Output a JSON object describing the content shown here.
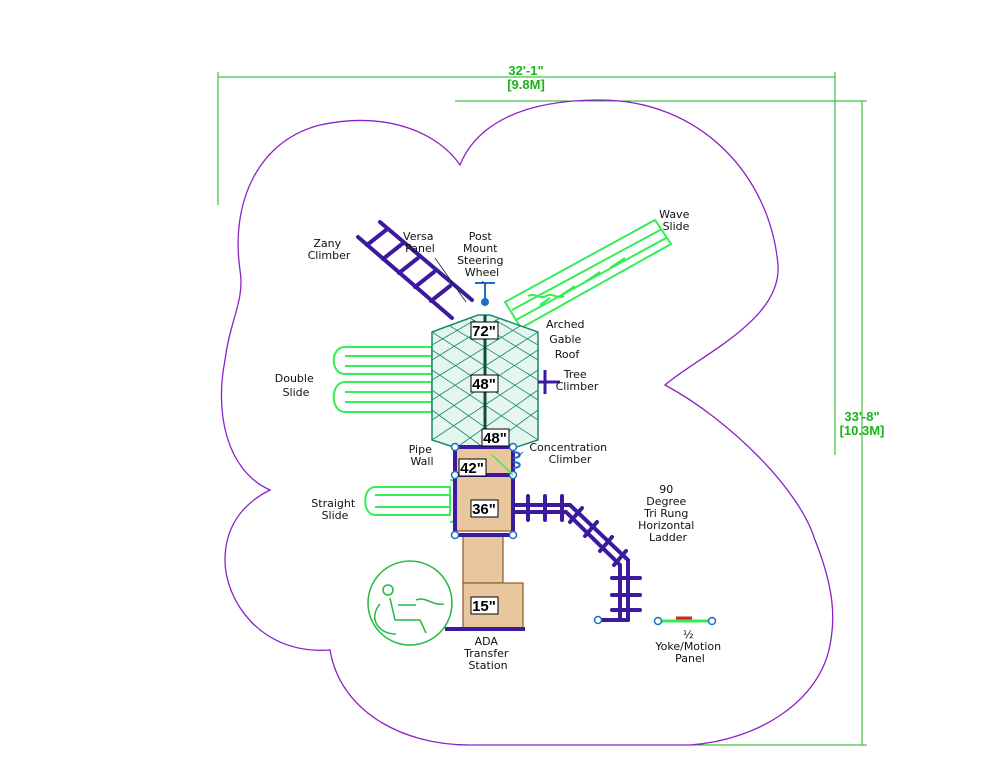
{
  "dimensions": {
    "width_ft": "32'-1\"",
    "width_m": "[9.8M]",
    "height_ft": "33'-8\"",
    "height_m": "[10.3M]"
  },
  "heights": {
    "h72": "72\"",
    "h48a": "48\"",
    "h48b": "48\"",
    "h42": "42\"",
    "h36": "36\"",
    "h15": "15\""
  },
  "labels": {
    "zany_climber": [
      "Zany",
      "Climber"
    ],
    "versa_panel": [
      "Versa",
      "Panel"
    ],
    "steering_wheel": [
      "Post",
      "Mount",
      "Steering",
      "Wheel"
    ],
    "wave_slide": [
      "Wave",
      "Slide"
    ],
    "gable_roof": [
      "Arched",
      "Gable",
      "Roof"
    ],
    "double_slide": [
      "Double",
      "Slide"
    ],
    "tree_climber": [
      "Tree",
      "Climber"
    ],
    "pipe_wall": [
      "Pipe",
      "Wall"
    ],
    "concentration_climber": [
      "Concentration",
      "Climber"
    ],
    "straight_slide": [
      "Straight",
      "Slide"
    ],
    "horizontal_ladder": [
      "90",
      "Degree",
      "Tri Rung",
      "Horizontal",
      "Ladder"
    ],
    "ada_station": [
      "ADA",
      "Transfer",
      "Station"
    ],
    "yoke_panel": [
      "½",
      "Yoke/Motion",
      "Panel"
    ]
  },
  "colors": {
    "boundary": "#8a22c8",
    "dimension": "#18b418",
    "slide": "#33ee55",
    "roof": "#1a8a6a",
    "steel": "#3c1aa0",
    "deck": "#e9c79e",
    "ada_symbol": "#22bb44"
  }
}
